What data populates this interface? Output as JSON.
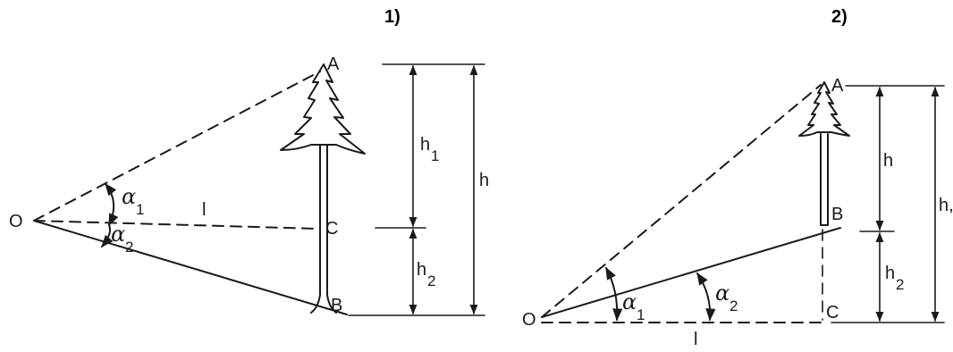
{
  "figure1": {
    "number": "1)",
    "points": {
      "O": "O",
      "A": "A",
      "B": "B",
      "C": "C"
    },
    "distance": "l",
    "angle1": {
      "symbol": "α",
      "sub": "1"
    },
    "angle2": {
      "symbol": "α",
      "sub": "2"
    },
    "h_top": {
      "symbol": "h",
      "sub": "1"
    },
    "h_bottom": {
      "symbol": "h",
      "sub": "2"
    },
    "h_total": "h"
  },
  "figure2": {
    "number": "2)",
    "points": {
      "O": "O",
      "A": "A",
      "B": "B",
      "C": "C"
    },
    "distance": "l",
    "angle1": {
      "symbol": "α",
      "sub": "1"
    },
    "angle2": {
      "symbol": "α",
      "sub": "2"
    },
    "h_top": {
      "symbol": "h",
      "sub": ""
    },
    "h_bottom": {
      "symbol": "h",
      "sub": "2"
    },
    "h_total": "h,"
  }
}
